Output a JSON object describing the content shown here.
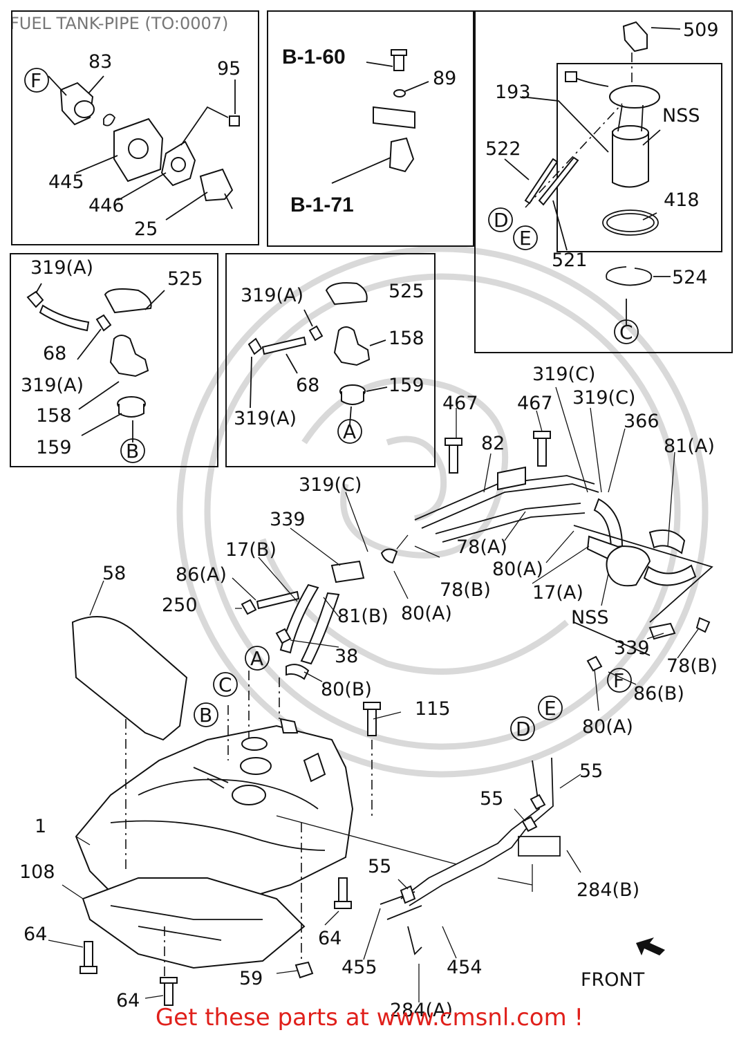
{
  "title": "FUEL TANK-PIPE (TO:0007)",
  "footer": "Get these parts at www.cmsnl.com !",
  "front_label": "FRONT",
  "refs": {
    "b160": "B-1-60",
    "b171": "B-1-71"
  },
  "labels": {
    "p83": "83",
    "p95": "95",
    "p445": "445",
    "p446": "446",
    "p25": "25",
    "p89": "89",
    "p509": "509",
    "p193": "193",
    "nss1": "NSS",
    "p522": "522",
    "p418": "418",
    "p521": "521",
    "p524": "524",
    "p319a_1": "319(A)",
    "p525_1": "525",
    "p68_1": "68",
    "p319a_2": "319(A)",
    "p158_1": "158",
    "p159_1": "159",
    "p319a_3": "319(A)",
    "p525_2": "525",
    "p158_2": "158",
    "p68_2": "68",
    "p159_2": "159",
    "p319a_4": "319(A)",
    "p319c_1": "319(C)",
    "p467_1": "467",
    "p467_2": "467",
    "p319c_2": "319(C)",
    "p366": "366",
    "p82": "82",
    "p81a": "81(A)",
    "p319c_3": "319(C)",
    "p339_1": "339",
    "p17b": "17(B)",
    "p78a": "78(A)",
    "p58": "58",
    "p86a": "86(A)",
    "p80a_1": "80(A)",
    "p78b_1": "78(B)",
    "p17a": "17(A)",
    "p250": "250",
    "p81b": "81(B)",
    "p80a_2": "80(A)",
    "nss2": "NSS",
    "p38": "38",
    "p339_2": "339",
    "p78b_2": "78(B)",
    "p80b": "80(B)",
    "p86b": "86(B)",
    "p115": "115",
    "p80a_3": "80(A)",
    "p55_1": "55",
    "p55_2": "55",
    "p1": "1",
    "p108": "108",
    "p55_3": "55",
    "p284b": "284(B)",
    "p64_1": "64",
    "p64_2": "64",
    "p59": "59",
    "p455": "455",
    "p454": "454",
    "p64_3": "64",
    "p284a": "284(A)"
  },
  "circle_refs": {
    "F1": "F",
    "D1": "D",
    "E1": "E",
    "C1": "C",
    "B1": "B",
    "A1": "A",
    "A2": "A",
    "C2": "C",
    "B2": "B",
    "F2": "F",
    "D2": "D",
    "E2": "E"
  }
}
